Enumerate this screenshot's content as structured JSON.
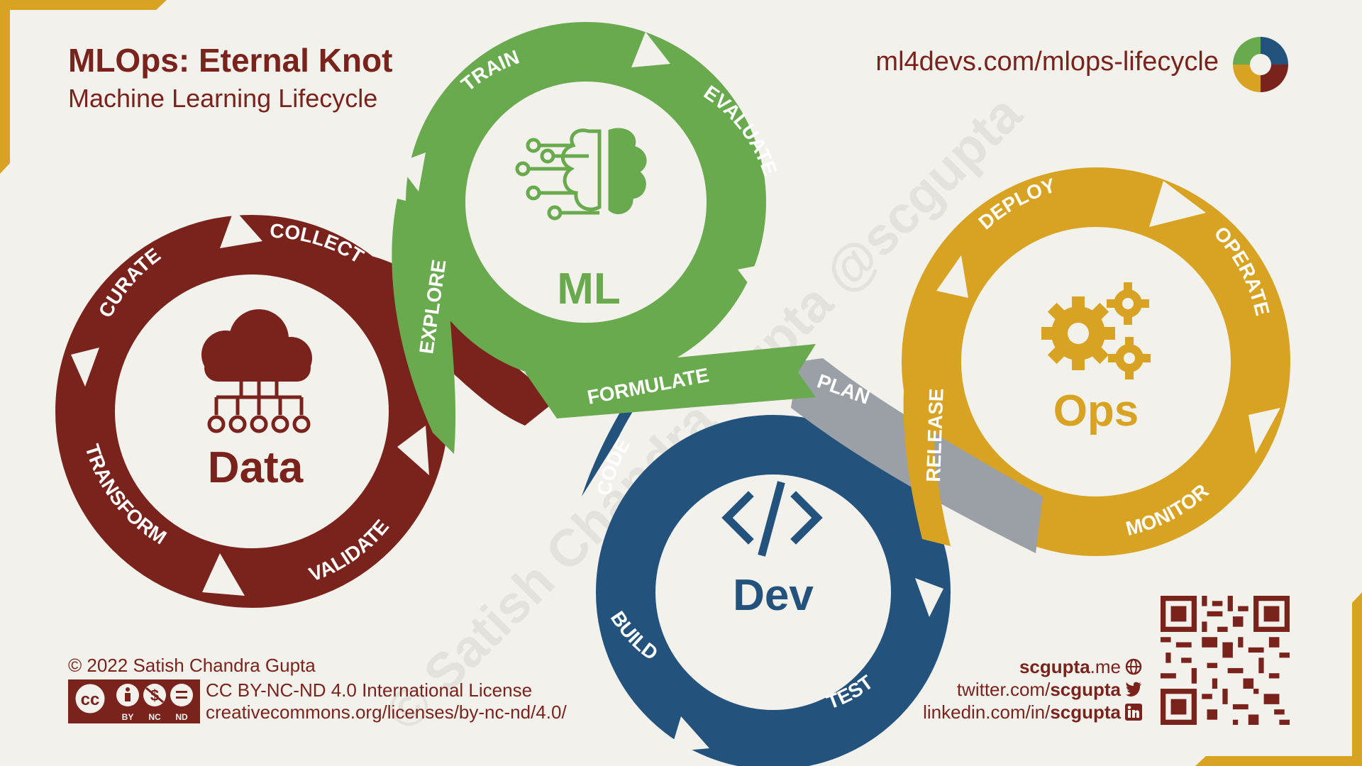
{
  "header": {
    "title": "MLOps: Eternal Knot",
    "subtitle": "Machine Learning Lifecycle",
    "site_url": "ml4devs.com/mlops-lifecycle"
  },
  "colors": {
    "data": "#7a231c",
    "ml": "#6aaa4e",
    "dev": "#23527c",
    "ops": "#d8a323",
    "plan": "#9aa0a6",
    "text": "#7a231c"
  },
  "loops": {
    "data": {
      "label": "Data",
      "icon": "cloud-network-icon",
      "stages": [
        "COLLECT",
        "CURATE",
        "TRANSFORM",
        "VALIDATE"
      ]
    },
    "ml": {
      "label": "ML",
      "icon": "brain-circuit-icon",
      "stages": [
        "EXPLORE",
        "TRAIN",
        "EVALUATE"
      ]
    },
    "dev": {
      "label": "Dev",
      "icon": "code-brackets-icon",
      "stages": [
        "CODE",
        "BUILD",
        "TEST"
      ]
    },
    "ops": {
      "label": "Ops",
      "icon": "gears-icon",
      "stages": [
        "RELEASE",
        "DEPLOY",
        "OPERATE",
        "MONITOR"
      ]
    },
    "bridges": [
      "FORMULATE",
      "PLAN"
    ]
  },
  "footer": {
    "copyright": "© 2022 Satish Chandra Gupta",
    "license": "CC BY-NC-ND 4.0 International License",
    "license_url": "creativecommons.org/licenses/by-nc-nd/4.0/",
    "cc_badge": {
      "cc": "cc",
      "labels": [
        "BY",
        "NC",
        "ND"
      ]
    },
    "social": {
      "site_pre": "",
      "site_bold": "scgupta",
      "site_post": ".me",
      "twitter_pre": "twitter.com/",
      "twitter_bold": "scgupta",
      "linkedin_pre": "linkedin.com/in/",
      "linkedin_bold": "scgupta"
    }
  },
  "watermark": "© Satish Chandra Gupta @scgupta"
}
